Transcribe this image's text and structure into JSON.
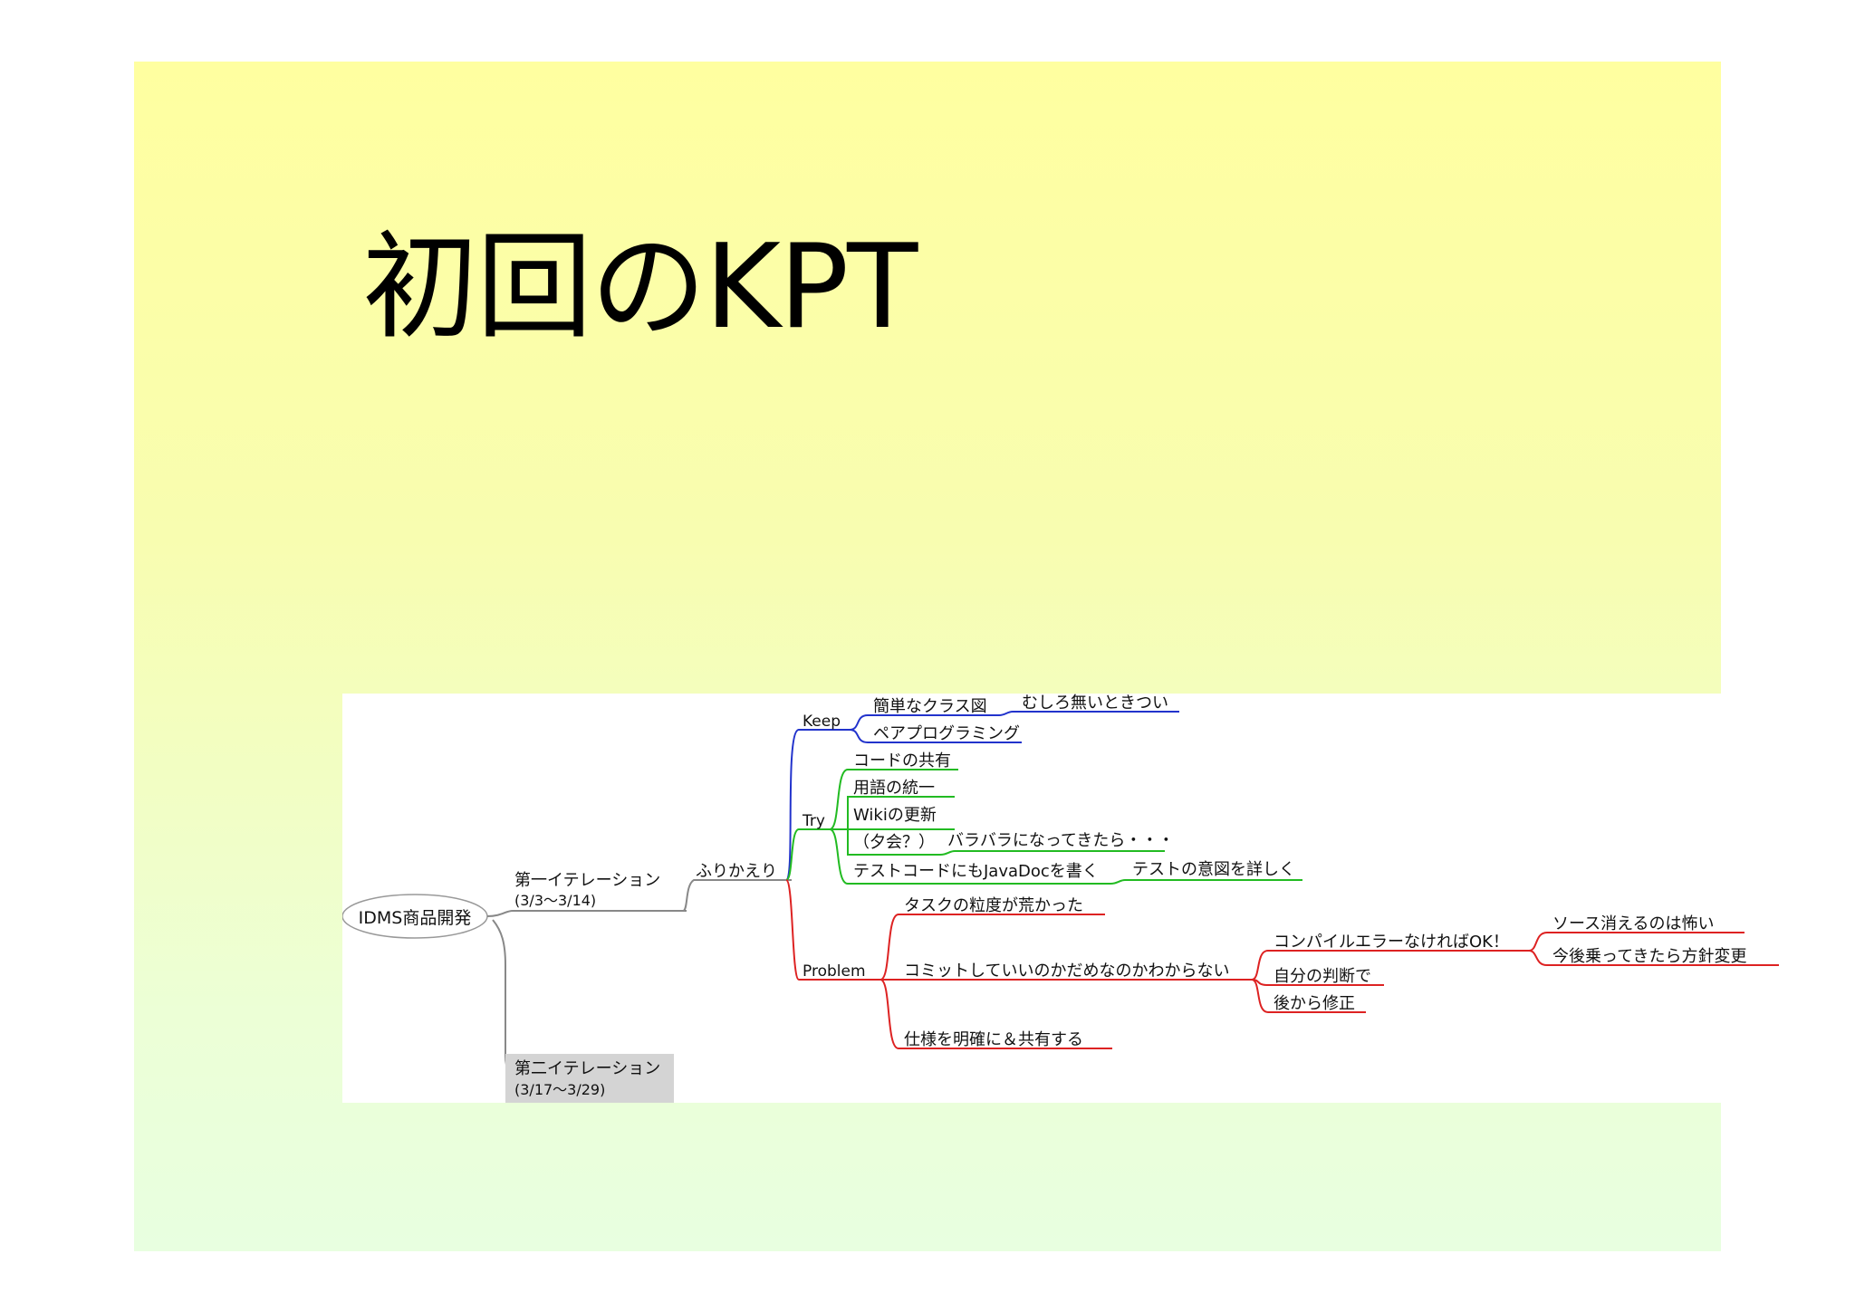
{
  "slide": {
    "title": "初回のKPT"
  },
  "mindmap": {
    "root": "IDMS商品開発",
    "iteration1": {
      "label": "第一イテレーション",
      "dates": "(3/3〜3/14)"
    },
    "iteration2": {
      "label": "第二イテレーション",
      "dates": "(3/17〜3/29)"
    },
    "retrospective": "ふりかえり",
    "keep": {
      "label": "Keep",
      "items": [
        "簡単なクラス図",
        "ペアプログラミング"
      ],
      "sub": "むしろ無いときつい"
    },
    "try": {
      "label": "Try",
      "items": [
        "コードの共有",
        "用語の統一",
        "Wikiの更新",
        "（夕会？）",
        "テストコードにもJavaDocを書く"
      ],
      "sub_yukai": "バラバラになってきたら・・・",
      "sub_javadoc": "テストの意図を詳しく"
    },
    "problem": {
      "label": "Problem",
      "items": [
        "タスクの粒度が荒かった",
        "コミットしていいのかだめなのかわからない",
        "仕様を明確に＆共有する"
      ],
      "commit_children": [
        "コンパイルエラーなければOK！",
        "自分の判断で",
        "後から修正"
      ],
      "compile_children": [
        "ソース消えるのは怖い",
        "今後乗ってきたら方針変更"
      ]
    },
    "colors": {
      "keep": "#2233cc",
      "try": "#22bb22",
      "problem": "#dd2222",
      "trunk": "#888888"
    }
  }
}
